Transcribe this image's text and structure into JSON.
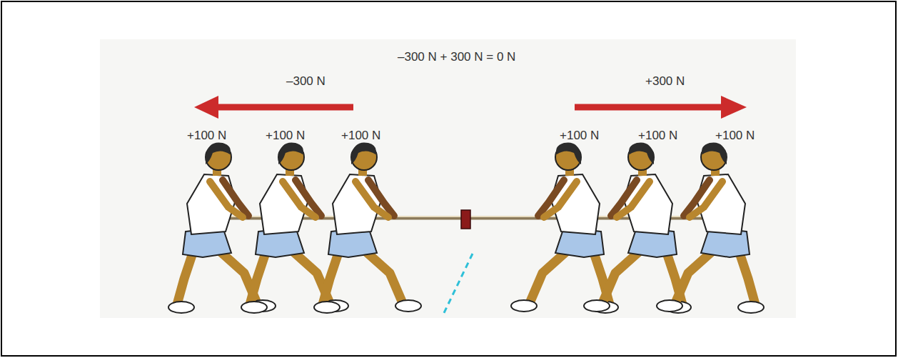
{
  "diagram": {
    "labels": [
      "–300 N + 300 N = 0 N",
      "–300 N",
      "+300 N",
      "+100 N",
      "+100 N",
      "+100 N",
      "+100 N",
      "+100 N",
      "+100 N"
    ]
  }
}
